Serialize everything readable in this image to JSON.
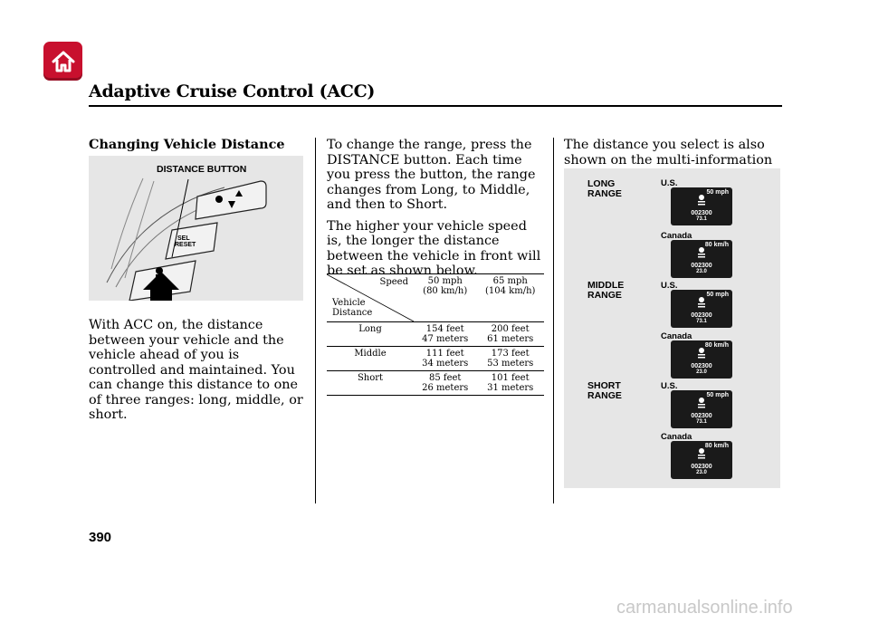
{
  "header": {
    "home_icon": "home-icon",
    "title": "Adaptive Cruise Control (ACC)"
  },
  "col1": {
    "subheading": "Changing Vehicle Distance",
    "illustration_label": "DISTANCE BUTTON",
    "button_text_sel": "SEL",
    "button_text_reset": "RESET",
    "body": "With ACC on, the distance between your vehicle and the vehicle ahead of you is controlled and maintained. You can change this distance to one of three ranges: long, middle, or short."
  },
  "col2": {
    "para1": "To change the range, press the DISTANCE button. Each time you press the button, the range changes from Long, to Middle, and then to Short.",
    "para2": "The higher your vehicle speed is, the longer the distance between the vehicle in front will be set as shown below.",
    "table": {
      "corner_top": "Speed",
      "corner_bottom_1": "Vehicle",
      "corner_bottom_2": "Distance",
      "col_headers": [
        {
          "line1": "50 mph",
          "line2": "(80 km/h)"
        },
        {
          "line1": "65 mph",
          "line2": "(104 km/h)"
        }
      ],
      "rows": [
        {
          "label": "Long",
          "c1a": "154 feet",
          "c1b": "47 meters",
          "c2a": "200 feet",
          "c2b": "61 meters"
        },
        {
          "label": "Middle",
          "c1a": "111 feet",
          "c1b": "34 meters",
          "c2a": "173 feet",
          "c2b": "53 meters"
        },
        {
          "label": "Short",
          "c1a": "85 feet",
          "c1b": "26 meters",
          "c2a": "101 feet",
          "c2b": "31 meters"
        }
      ]
    }
  },
  "col3": {
    "intro": "The distance you select is also shown on the multi-information display.",
    "ranges": [
      {
        "line1": "LONG",
        "line2": "RANGE"
      },
      {
        "line1": "MIDDLE",
        "line2": "RANGE"
      },
      {
        "line1": "SHORT",
        "line2": "RANGE"
      }
    ],
    "regions": [
      "U.S.",
      "Canada",
      "U.S.",
      "Canada",
      "U.S.",
      "Canada"
    ],
    "displays": [
      {
        "speed": "50",
        "unit": "mph",
        "odo": "002300",
        "trip": "73.1"
      },
      {
        "speed": "80",
        "unit": "km/h",
        "odo": "002300",
        "trip": "23.0"
      },
      {
        "speed": "50",
        "unit": "mph",
        "odo": "002300",
        "trip": "73.1"
      },
      {
        "speed": "80",
        "unit": "km/h",
        "odo": "002300",
        "trip": "23.0"
      },
      {
        "speed": "50",
        "unit": "mph",
        "odo": "002300",
        "trip": "73.1"
      },
      {
        "speed": "80",
        "unit": "km/h",
        "odo": "002300",
        "trip": "23.0"
      }
    ]
  },
  "footer": {
    "page_number": "390",
    "watermark": "carmanualsonline.info"
  }
}
